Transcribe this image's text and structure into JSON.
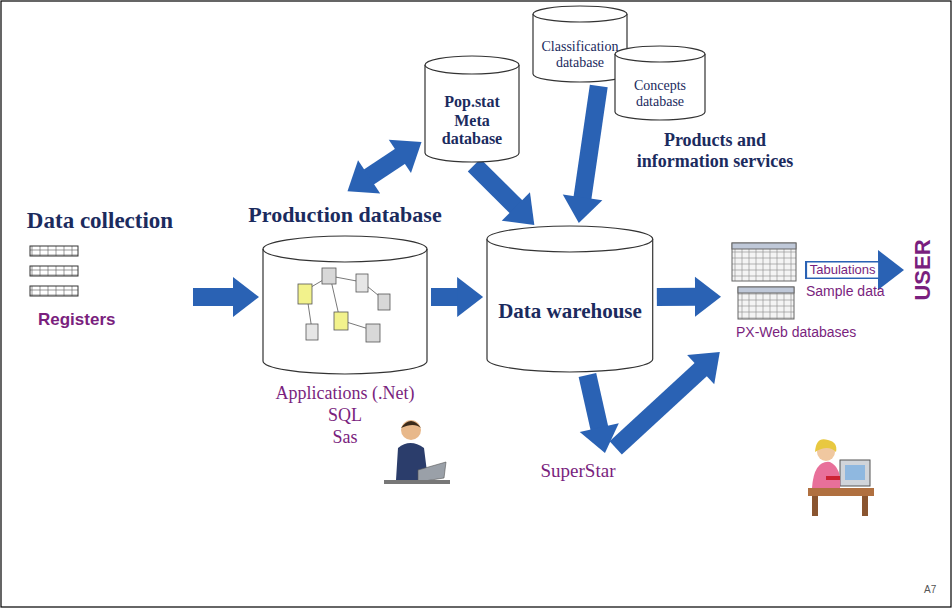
{
  "diagram": {
    "nodes": [
      {
        "text": [
          "Data collection",
          "Registers"
        ]
      },
      {
        "text": [
          "Production database",
          "Applications (.Net)",
          "SQL",
          "Sas"
        ]
      },
      {
        "text": [
          "Pop.stat Meta database"
        ]
      },
      {
        "text": [
          "Classification database"
        ]
      },
      {
        "text": [
          "Concepts database"
        ]
      },
      {
        "text": [
          "Data warehouse"
        ]
      },
      {
        "text": [
          "Products and information services",
          "PX-Web databases"
        ]
      },
      {
        "text": [
          "SuperStar"
        ]
      },
      {
        "text": [
          "USER"
        ]
      }
    ],
    "edges": [
      {
        "from": 0,
        "to": 1,
        "arrow": "to"
      },
      {
        "from": 1,
        "to": 2,
        "arrow": "both"
      },
      {
        "from": 2,
        "to": 5,
        "arrow": "to"
      },
      {
        "from": 3,
        "to": 5,
        "arrow": "to"
      },
      {
        "from": 1,
        "to": 5,
        "arrow": "to"
      },
      {
        "from": 5,
        "to": 6,
        "arrow": "to"
      },
      {
        "from": 5,
        "to": 7,
        "arrow": "to"
      },
      {
        "from": 7,
        "to": 6,
        "arrow": "to"
      },
      {
        "from": 6,
        "to": 8,
        "arrow": "to",
        "label": "Tabulations"
      }
    ],
    "labels": [
      "Sample data",
      "A7"
    ]
  }
}
